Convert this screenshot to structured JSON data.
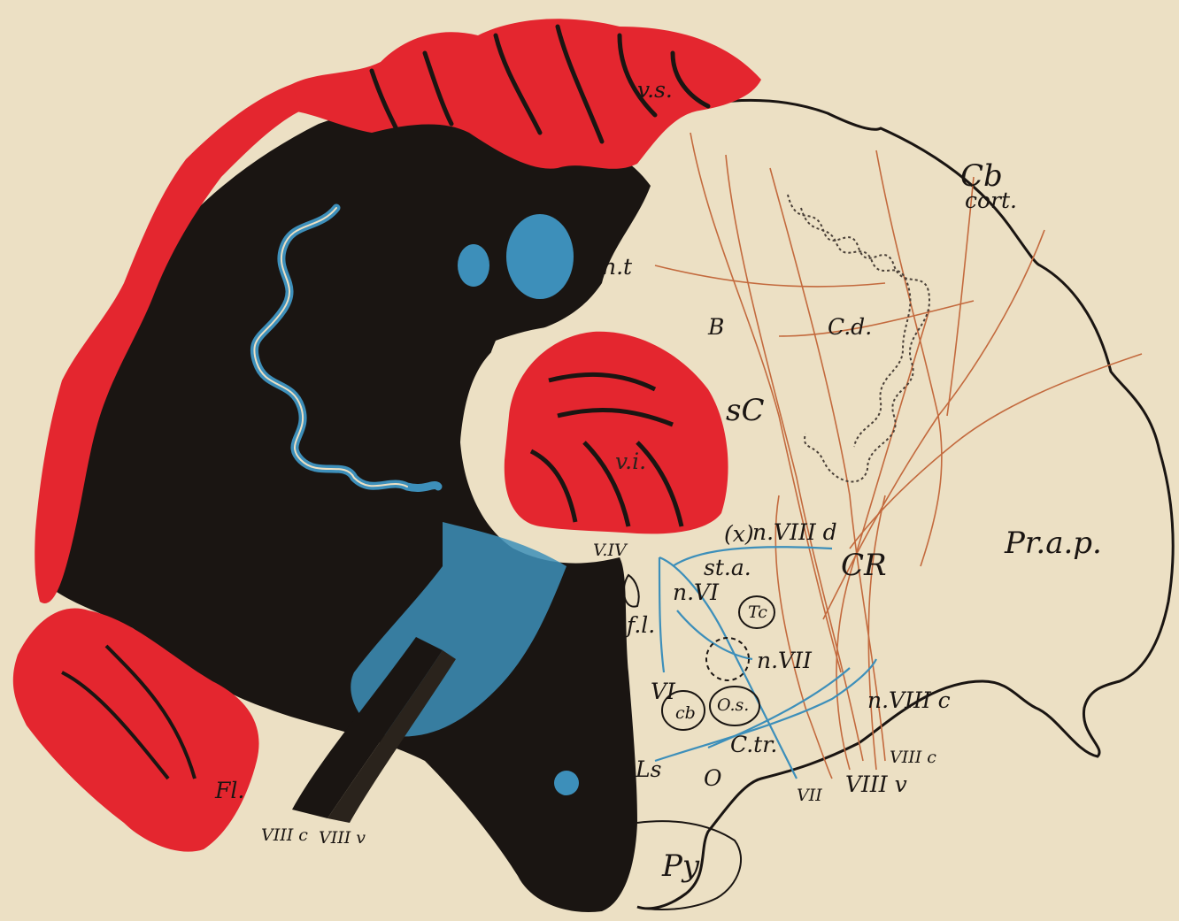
{
  "colors": {
    "paper": "#ece0c4",
    "ink": "#1a1512",
    "cortex_red": "#e4262f",
    "blue": "#3d8fba",
    "orange_fiber": "#c36a3e"
  },
  "labels": {
    "vs": "v.s.",
    "cb": "Cb",
    "cort": "cort.",
    "nt": "n.t",
    "b": "B",
    "cd": "C.d.",
    "sc": "sC",
    "vi": "v.i.",
    "vIV": "V.IV",
    "x": "(x)",
    "nVIIId": "n.VIII d",
    "cr": "CR",
    "prap": "Pr.a.p.",
    "sta": "st.a.",
    "nVI": "n.VI",
    "fl_lower": "f.l.",
    "tc": "Tc",
    "nVII": "n.VII",
    "VI": "VI",
    "cb_small": "cb",
    "os": "O.s.",
    "nVIIIc": "n.VIII c",
    "ctr": "C.tr.",
    "ls": "Ls",
    "o": "O",
    "VII": "VII",
    "VIIIv_right": "VIII v",
    "VIIIc_right": "VIII c",
    "fl_upper": "Fl.",
    "VIIIc_left": "VIII c",
    "VIIIv_left": "VIII v",
    "py": "Py"
  }
}
